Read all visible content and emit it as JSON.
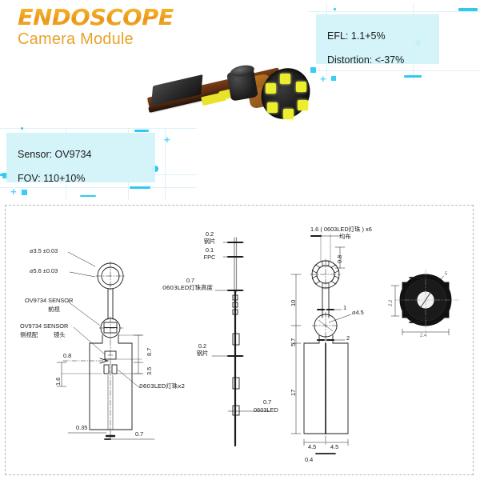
{
  "brand": {
    "title": "ENDOSCOPE",
    "subtitle": "Camera Module",
    "title_color": "#efa11b",
    "subtitle_color": "#e9a32a"
  },
  "callouts": {
    "left": {
      "name": "sensor-spec-callout",
      "lines": [
        "Sensor: OV9734",
        "FOV: 110+10%"
      ],
      "bg_color": "#d0f3fa"
    },
    "right": {
      "name": "optics-spec-callout",
      "lines": [
        "EFL: 1.1+5%",
        "Distortion: <-37%"
      ],
      "bg_color": "#d0f3fa"
    }
  },
  "photo": {
    "alt": "endoscope camera module pcb with lens and led ring"
  },
  "drawings": {
    "view1": {
      "title": "front-and-side-view",
      "labels": {
        "dia_inner": "⌀3.5 ±0.03",
        "dia_outer": "⌀5.6 ±0.03",
        "sensor_front_l1": "OV9734 SENSOR",
        "sensor_front_l2": "前视",
        "sensor_side_l1": "OV9734 SENSOR",
        "sensor_side_l2": "侧视配",
        "sensor_side_l3": "镜头",
        "d_0_8": "0.8",
        "d_1_6": "1.6",
        "d_8_7": "8.7",
        "d_3_5": "3.5",
        "d_0_35": "0.35",
        "d_0_7": "0.7",
        "led_note": "0603LED灯珠x2"
      }
    },
    "view2": {
      "title": "edge-thickness-view",
      "labels": {
        "d_0_2_a": "0.2",
        "cn_steel_a": "钢片",
        "d_0_1": "0.1",
        "fpc": "FPC",
        "d_0_7_a": "0.7",
        "led_height": "0603LED灯珠高度",
        "d_0_2_b": "0.2",
        "cn_steel_b": "钢片",
        "d_0_7_b": "0.7",
        "led_b": "0603LED"
      }
    },
    "view3": {
      "title": "led-ring-view",
      "labels": {
        "ring_note": "1.6 ( 0603LED灯珠 ) x6",
        "ring_note2": "均布",
        "d_0_8": "0.8",
        "d_1": "1",
        "d_10": "10",
        "dia_4_5": "⌀4.5",
        "d_5_7": "5.7",
        "d_2": "2",
        "d_17": "17",
        "d_4_5_l": "4.5",
        "d_4_5_r": "4.5",
        "d_0_4": "0.4"
      }
    },
    "view4": {
      "title": "lens-section-view",
      "labels": {
        "d_w": "2.4",
        "d_h": "2.2",
        "note": "5"
      }
    }
  }
}
